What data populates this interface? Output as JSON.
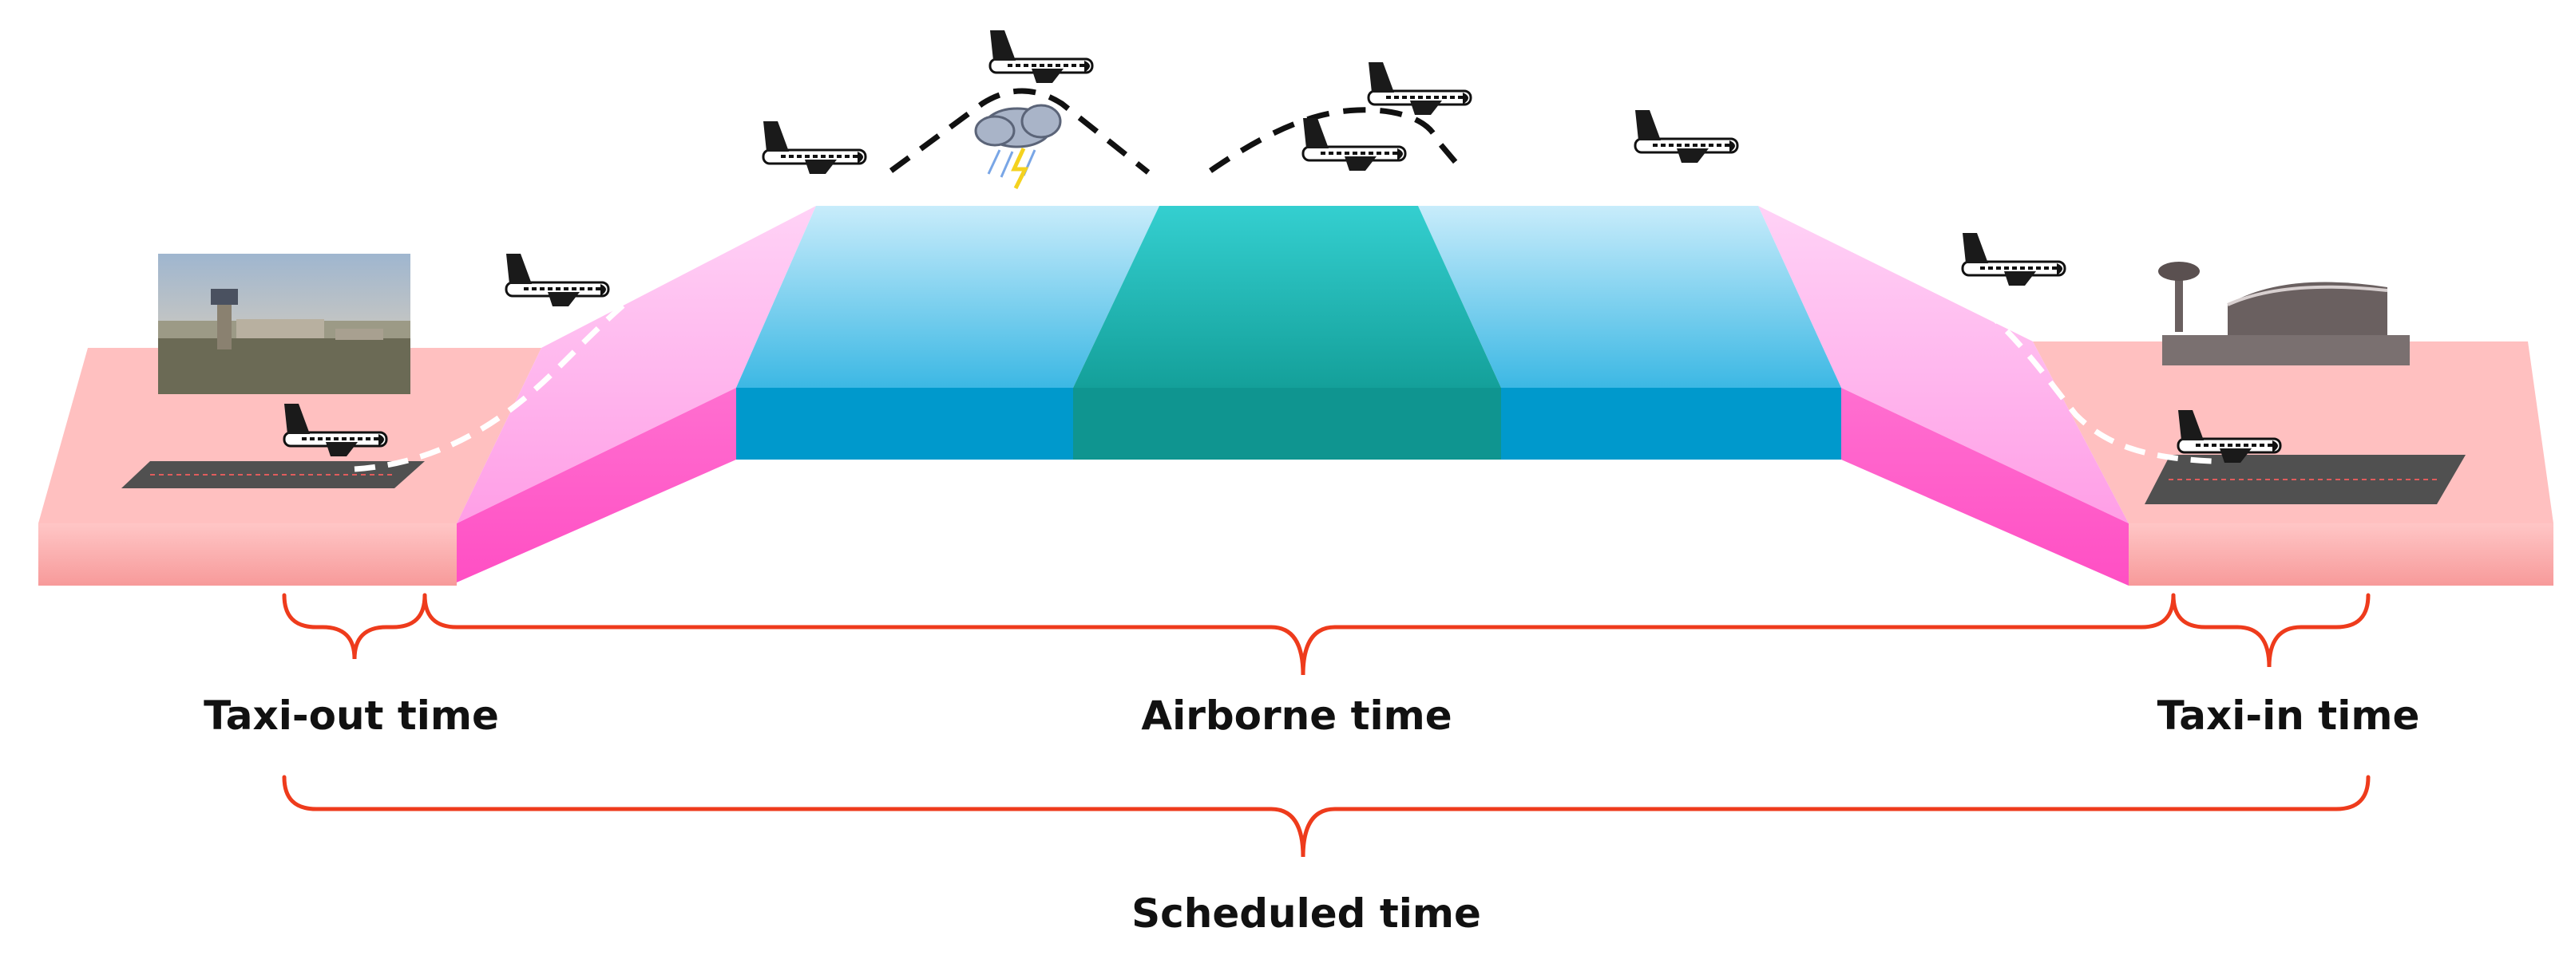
{
  "labels": {
    "taxi_out": "Taxi-out time",
    "airborne": "Airborne time",
    "taxi_in": "Taxi-in time",
    "scheduled": "Scheduled time"
  },
  "icons": [
    "airplane-icon",
    "storm-cloud-icon",
    "control-tower-photo",
    "terminal-building-photo",
    "runway"
  ],
  "colors": {
    "ground": "#f6a3a3",
    "climb_descent": "#ff7fd6",
    "cruise": "#1aa6d4",
    "cruise_middle": "#1ab8b0",
    "brace": "#ee3b1c",
    "flight_path": "#111111"
  }
}
